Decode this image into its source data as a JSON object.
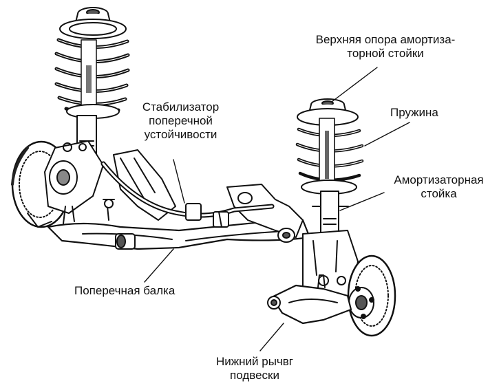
{
  "labels": {
    "upper_mount": [
      "Верхняя опора амортиза-",
      "торной стойки"
    ],
    "spring": [
      "Пружина"
    ],
    "strut": [
      "Амортизаторная",
      "стойка"
    ],
    "stabilizer": [
      "Стабилизатор",
      "поперечной",
      "устойчивости"
    ],
    "crossbeam": [
      "Поперечная балка"
    ],
    "lower_arm": [
      "Нижний рычвг",
      "подвески"
    ]
  },
  "colors": {
    "ink": "#111111",
    "paper": "#ffffff",
    "shade": "#9a9a9a"
  }
}
